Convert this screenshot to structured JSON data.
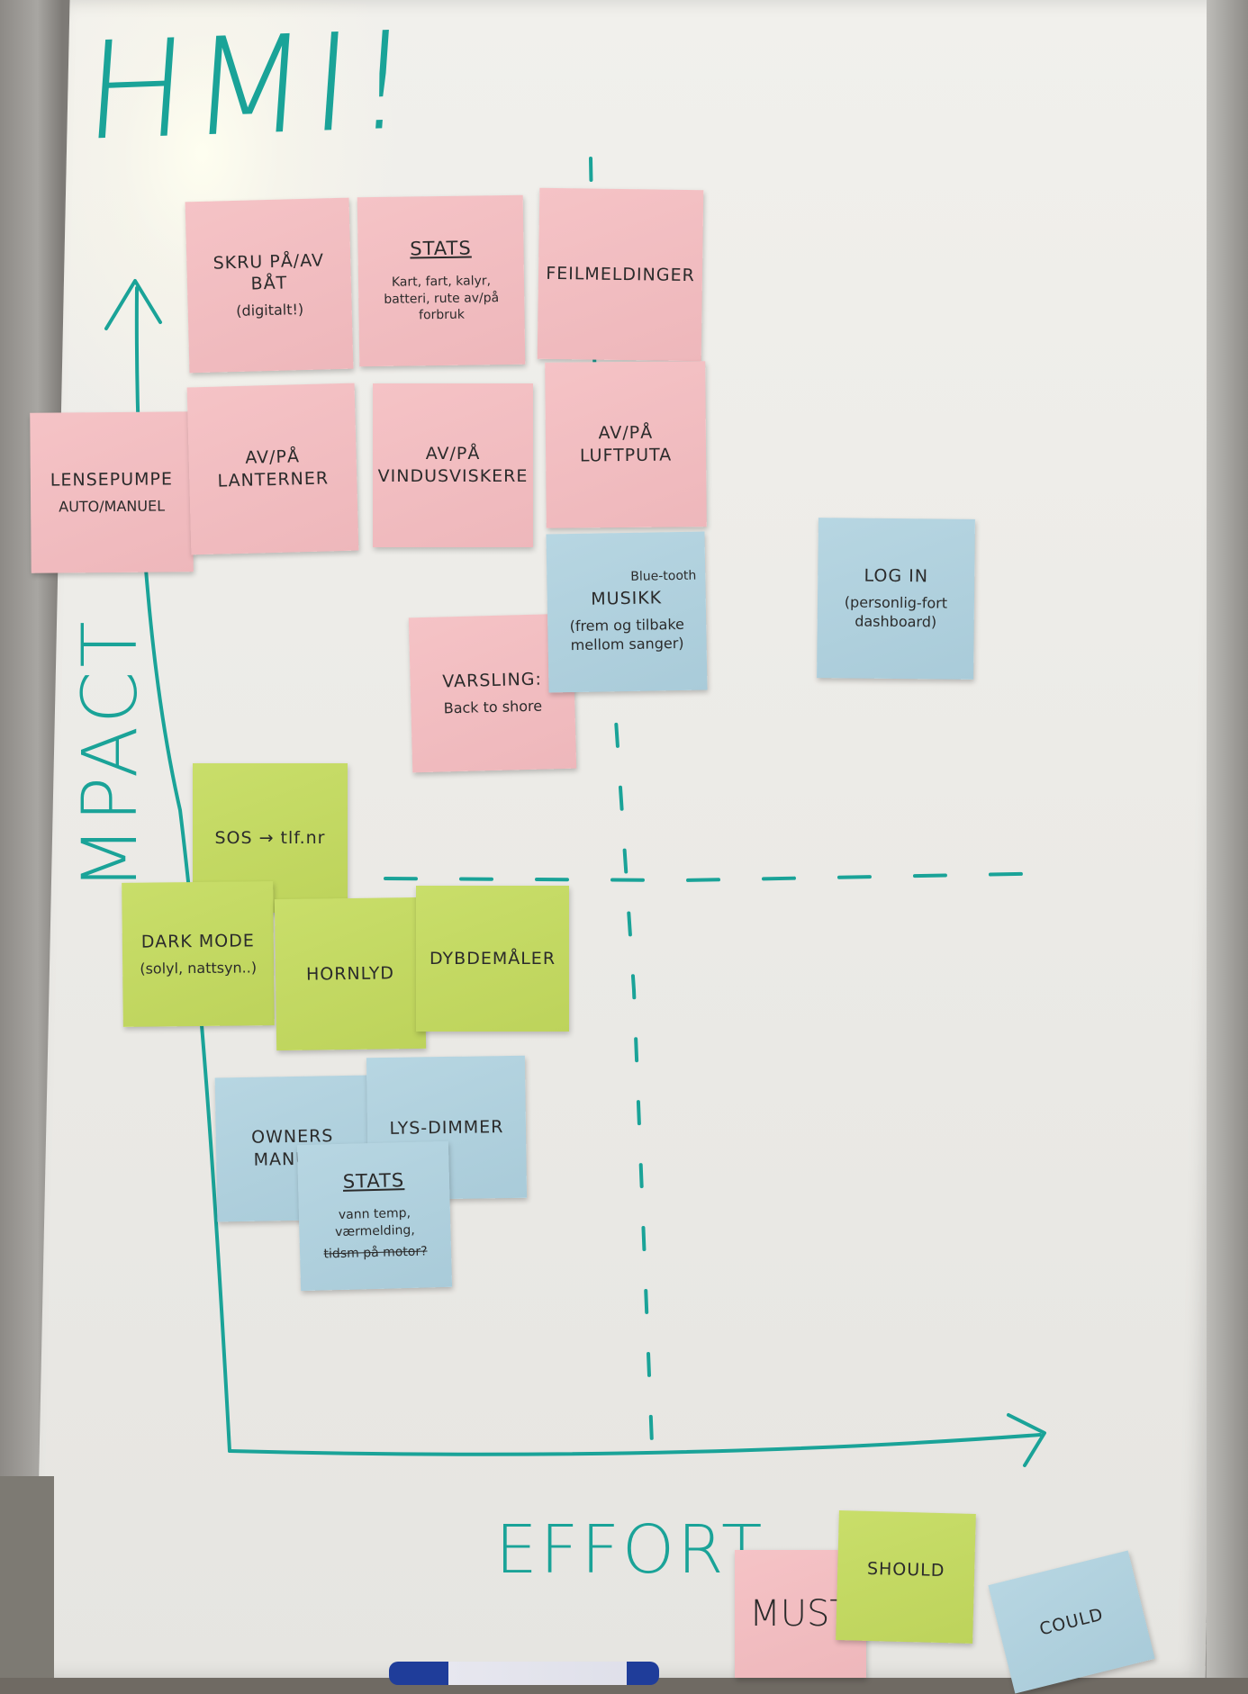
{
  "title": "HMI!",
  "axes": {
    "y_label": "MPACT",
    "x_label": "EFFORT"
  },
  "colors": {
    "marker": "#1aa398",
    "must": "#f2bec2",
    "should": "#c6dc65",
    "could": "#b2d2df"
  },
  "notes": {
    "skru": {
      "line1": "SKRU PÅ/AV BÅT",
      "line2": "(digitalt!)"
    },
    "stats_top": {
      "heading": "STATS",
      "body": "Kart, fart, kalyr, batteri, rute av/på forbruk"
    },
    "feilmeldinger": {
      "text": "FEILMELDINGER"
    },
    "lensepumpe": {
      "line1": "LENSEPUMPE",
      "line2": "AUTO/MANUEL"
    },
    "lanterner": {
      "text": "AV/PÅ LANTERNER"
    },
    "vindusvisker": {
      "text": "AV/PÅ VINDUSVISKERE"
    },
    "luftputa": {
      "text": "AV/PÅ LUFTPUTA"
    },
    "musikk": {
      "line1": "MUSIKK",
      "annotation": "Blue-tooth",
      "line2": "(frem og tilbake mellom sanger)"
    },
    "login": {
      "line1": "LOG IN",
      "line2": "(personlig-fort dashboard)"
    },
    "varsling": {
      "line1": "VARSLING:",
      "line2": "Back to shore"
    },
    "sos": {
      "text": "SOS → tlf.nr"
    },
    "dark_mode": {
      "line1": "DARK MODE",
      "line2": "(solyl, nattsyn..)"
    },
    "hornlyd": {
      "text": "HORNLYD"
    },
    "dybdemaler": {
      "text": "DYBDEMÅLER"
    },
    "owners_manual": {
      "text": "OWNERS MANUAL"
    },
    "lys_dimmer": {
      "text": "LYS-DIMMER"
    },
    "stats_bottom": {
      "heading": "STATS",
      "line1": "vann temp, værmelding,",
      "line2": "tidsm på motor?"
    }
  },
  "legend": {
    "must": "MUST",
    "should": "SHOULD",
    "could": "COULD"
  }
}
